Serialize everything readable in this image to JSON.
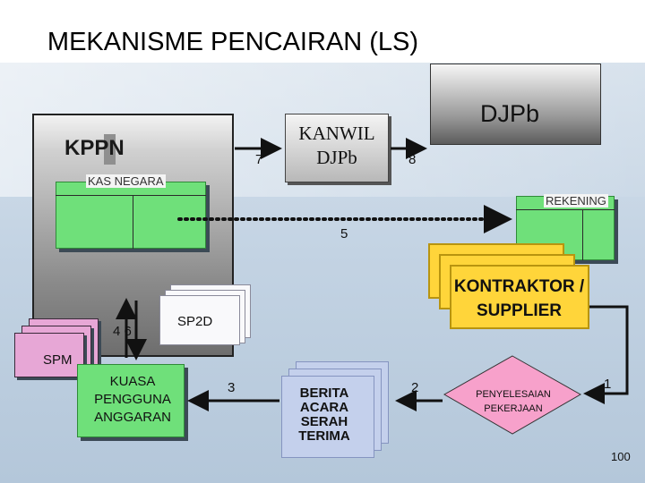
{
  "title": "MEKANISME PENCAIRAN (LS)",
  "nodes": {
    "kppn": "KPPN",
    "kas_negara": "KAS NEGARA",
    "kanwil": "KANWIL DJPb",
    "djpb": "DJPb",
    "rekening": "REKENING",
    "kontraktor": "KONTRAKTOR / SUPPLIER",
    "spm": "SPM",
    "sp2d": "SP2D",
    "kpa": "KUASA PENGGUNA ANGGARAN",
    "berita": "BERITA ACARA SERAH TERIMA",
    "penyelesaian": "PENYELESAIAN PEKERJAAN"
  },
  "steps": {
    "s1": "1",
    "s2": "2",
    "s3": "3",
    "s46": "4 6",
    "s5": "5",
    "s7": "7",
    "s8": "8"
  },
  "page_number": "100",
  "colors": {
    "green_box": "#6fe07a",
    "yellow_box": "#ffd53a",
    "pink_doc": "#e7a7d6",
    "diamond": "#f7a1cb",
    "blue_doc": "#c4d0ec"
  }
}
